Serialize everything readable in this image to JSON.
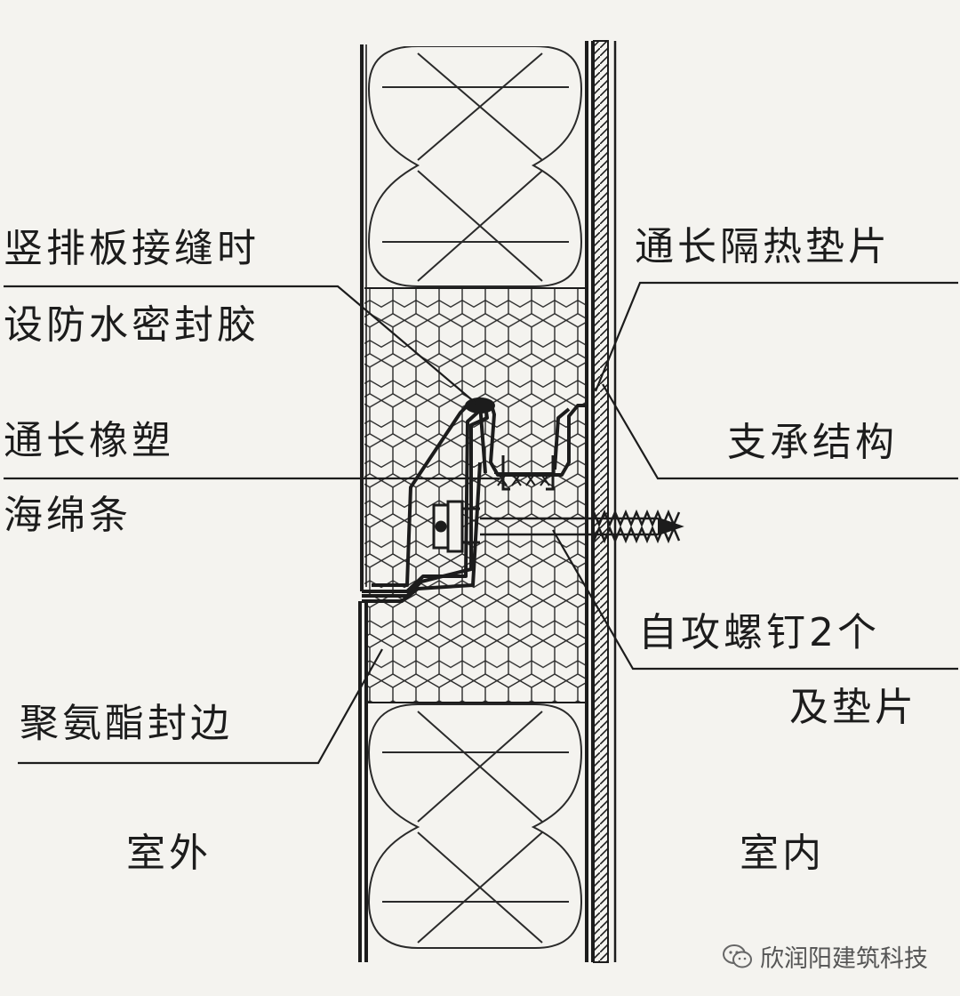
{
  "labels": {
    "joint_sealant_line1": "竖排板接缝时",
    "joint_sealant_line2": "设防水密封胶",
    "rubber_strip_line1": "通长橡塑",
    "rubber_strip_line2": "海绵条",
    "pu_edge": "聚氨酯封边",
    "insulation_pad": "通长隔热垫片",
    "support": "支承结构",
    "screw_line1": "自攻螺钉2个",
    "screw_line2": "及垫片",
    "outdoor": "室外",
    "indoor": "室内"
  },
  "watermark": {
    "text": "欣润阳建筑科技",
    "icon": "wechat-icon"
  },
  "colors": {
    "background": "#f4f3ef",
    "line": "#1c1c1c"
  }
}
